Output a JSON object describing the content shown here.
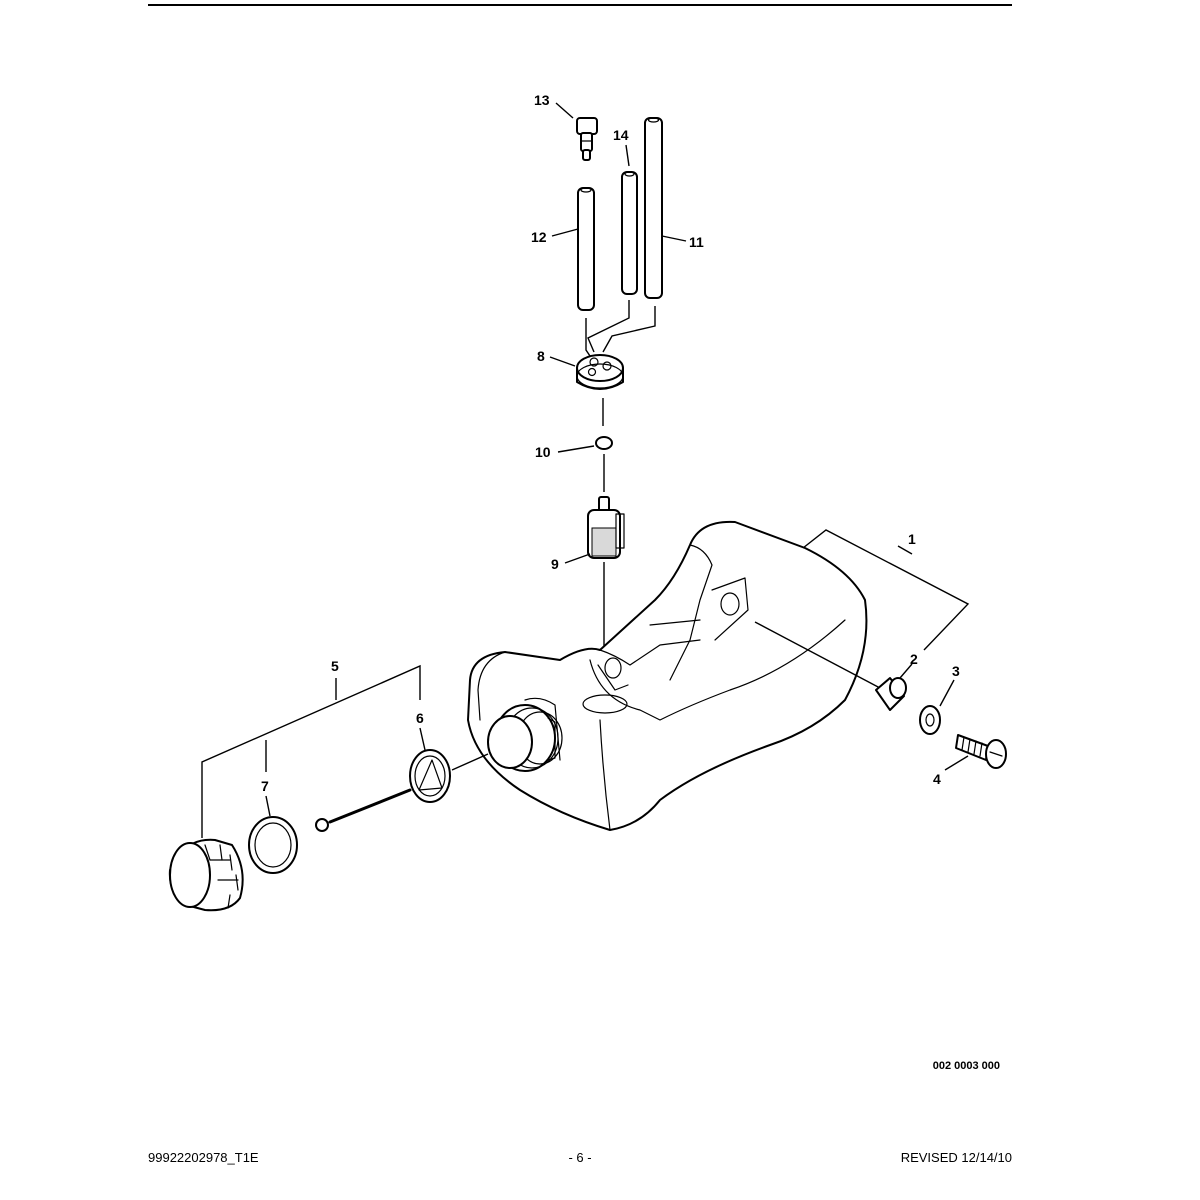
{
  "diagram": {
    "callouts": {
      "c1": "1",
      "c2": "2",
      "c3": "3",
      "c4": "4",
      "c5": "5",
      "c6": "6",
      "c7": "7",
      "c8": "8",
      "c9": "9",
      "c10": "10",
      "c11": "11",
      "c12": "12",
      "c13": "13",
      "c14": "14"
    },
    "reference_code": "002 0003 000"
  },
  "footer": {
    "document_id": "99922202978_T1E",
    "page_number": "- 6 -",
    "revision": "REVISED 12/14/10"
  }
}
